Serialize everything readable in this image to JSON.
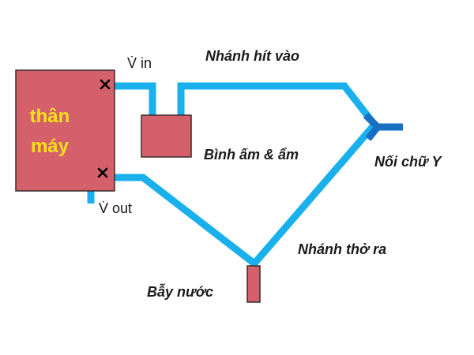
{
  "labels": {
    "machine_body": [
      "thân",
      "máy"
    ],
    "v_in": "V̇ in",
    "v_out": "V̇ out",
    "inspiratory_limb": "Nhánh hít vào",
    "humidifier": "Bình ấm & ẩm",
    "y_piece": "Nối chữ Y",
    "expiratory_limb": "Nhánh thở ra",
    "water_trap": "Bẫy nước"
  },
  "colors": {
    "tube": "#1ab0ec",
    "y_piece_dark": "#1770c4",
    "box_fill": "#d4606c",
    "box_stroke": "#3a2a2a",
    "machine_text": "#f5e11a",
    "text": "#1a1a1a",
    "marker": "#000000"
  },
  "icons": {
    "port_marker": "x-mark-icon"
  }
}
